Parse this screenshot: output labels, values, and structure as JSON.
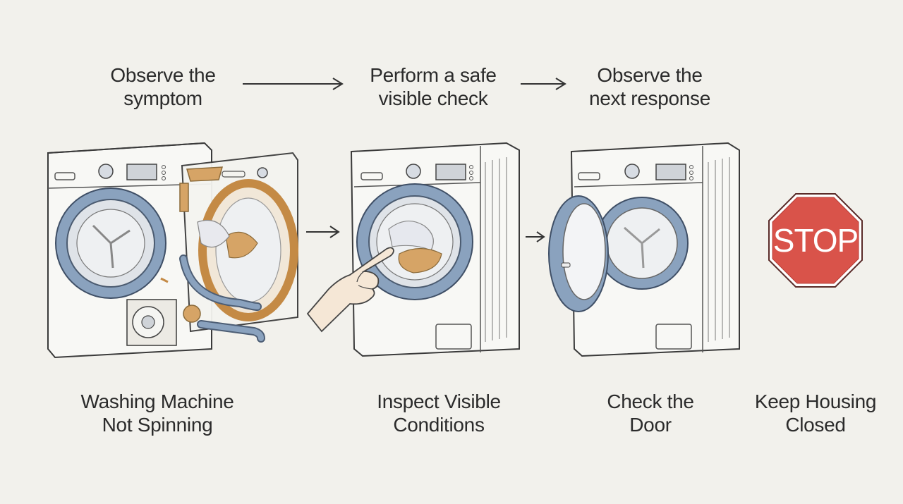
{
  "steps": [
    {
      "line1": "Observe the",
      "line2": "symptom"
    },
    {
      "line1": "Perform a safe",
      "line2": "visible check"
    },
    {
      "line1": "Observe the",
      "line2": "next response"
    }
  ],
  "captions": [
    {
      "line1": "Washing Machine",
      "line2": "Not Spinning"
    },
    {
      "line1": "Inspect Visible",
      "line2": "Conditions"
    },
    {
      "line1": "Check the",
      "line2": "Door"
    },
    {
      "line1": "Keep Housing",
      "line2": "Closed"
    }
  ],
  "stop_sign": {
    "text": "STOP",
    "color": "#d9534a"
  },
  "colors": {
    "drum_ring": "#7f97b4",
    "accent_orange": "#d39b5a",
    "outline": "#3a3a3a",
    "body_fill": "#f7f7f4"
  },
  "icons": [
    "washing-machine-opened-icon",
    "washing-machine-icon",
    "pointing-hand-icon",
    "washing-machine-door-open-icon",
    "stop-sign-icon",
    "arrow-right-icon"
  ]
}
